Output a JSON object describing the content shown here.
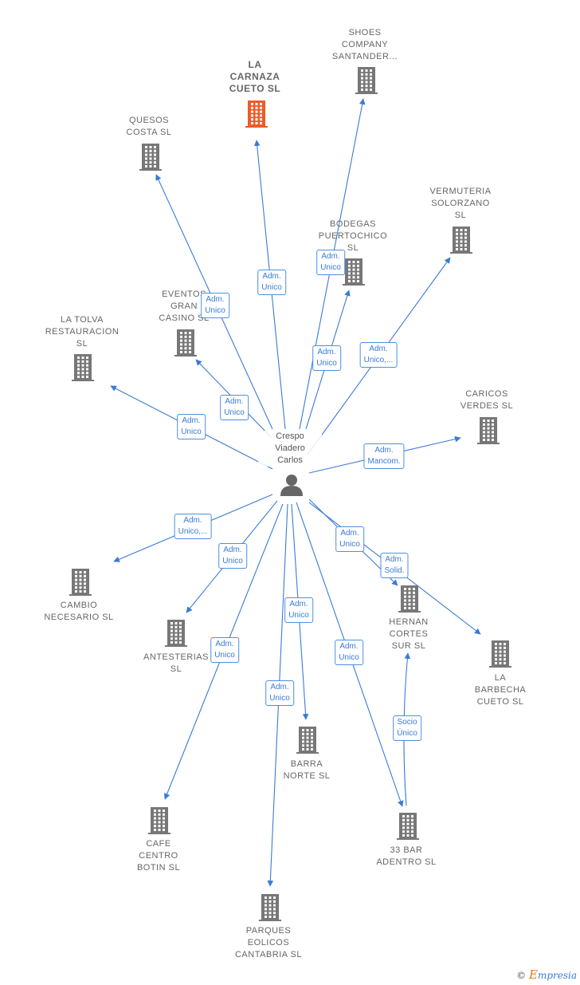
{
  "person": {
    "name": "Crespo\nViadero\nCarlos"
  },
  "companies": [
    {
      "id": "la-carnaza",
      "label": "LA\nCARNAZA\nCUETO  SL",
      "highlight": true
    },
    {
      "id": "shoes",
      "label": "SHOES\nCOMPANY\nSANTANDER..."
    },
    {
      "id": "quesos",
      "label": "QUESOS\nCOSTA  SL"
    },
    {
      "id": "vermuteria",
      "label": "VERMUTERIA\nSOLORZANO\nSL"
    },
    {
      "id": "bodegas",
      "label": "BODEGAS\nPUERTOCHICO\nSL"
    },
    {
      "id": "eventos",
      "label": "EVENTOS\nGRAN\nCASINO  SL"
    },
    {
      "id": "la-tolva",
      "label": "LA TOLVA\nRESTAURACION\nSL"
    },
    {
      "id": "caricos",
      "label": "CARICOS\nVERDES  SL"
    },
    {
      "id": "cambio",
      "label": "CAMBIO\nNECESARIO SL"
    },
    {
      "id": "antesterias",
      "label": "ANTESTERIAS\nSL"
    },
    {
      "id": "hernan",
      "label": "HERNAN\nCORTES\nSUR  SL"
    },
    {
      "id": "la-barbecha",
      "label": "LA\nBARBECHA\nCUETO  SL"
    },
    {
      "id": "barra",
      "label": "BARRA\nNORTE SL"
    },
    {
      "id": "cafe",
      "label": "CAFE\nCENTRO\nBOTIN  SL"
    },
    {
      "id": "33bar",
      "label": "33 BAR\nADENTRO  SL"
    },
    {
      "id": "parques",
      "label": "PARQUES\nEOLICOS\nCANTABRIA SL"
    }
  ],
  "relations": [
    {
      "to": "la-carnaza",
      "label": "Adm.\nUnico"
    },
    {
      "to": "quesos",
      "label": "Adm.\nUnico"
    },
    {
      "to": "shoes",
      "label": "Adm.\nUnico"
    },
    {
      "to": "bodegas",
      "label": "Adm.\nUnico"
    },
    {
      "to": "vermuteria",
      "label": "Adm.\nUnico,..."
    },
    {
      "to": "eventos",
      "label": "Adm.\nUnico"
    },
    {
      "to": "la-tolva",
      "label": "Adm.\nUnico"
    },
    {
      "to": "caricos",
      "label": "Adm.\nMancom."
    },
    {
      "to": "cambio",
      "label": "Adm.\nUnico,..."
    },
    {
      "to": "antesterias",
      "label": "Adm.\nUnico"
    },
    {
      "to": "hernan",
      "label": "Adm.\nUnico"
    },
    {
      "to": "la-barbecha",
      "label": "Adm.\nSolid."
    },
    {
      "to": "cafe",
      "label": "Adm.\nUnico"
    },
    {
      "to": "barra",
      "label": "Adm.\nUnico"
    },
    {
      "to": "33bar",
      "label": "Adm.\nUnico"
    },
    {
      "to": "parques",
      "label": "Adm.\nUnico"
    },
    {
      "from": "hernan",
      "to": "33bar",
      "label": "Socio\nÚnico"
    }
  ],
  "colors": {
    "edge": "#3a7bd5",
    "building": "#777777",
    "highlight": "#f05a28",
    "person": "#666666"
  },
  "brand": {
    "symbol": "©",
    "first_letter": "E",
    "rest": "mpresia"
  }
}
